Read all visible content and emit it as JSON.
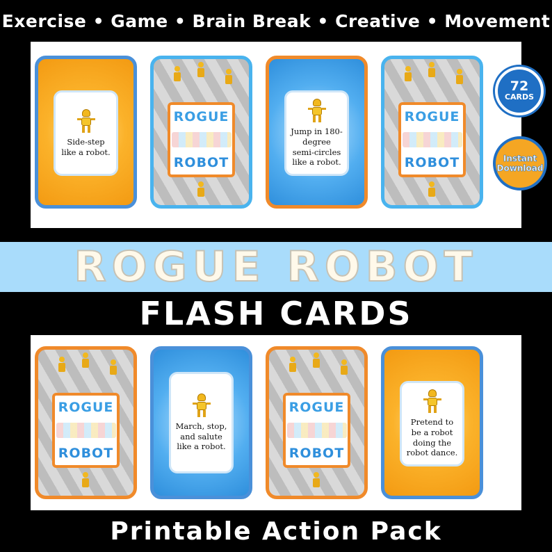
{
  "header": {
    "tagline": "Exercise • Game • Brain Break • Creative • Movement"
  },
  "badges": {
    "cards_count": "72",
    "cards_label": "CARDS",
    "instant": "Instant",
    "download": "Download"
  },
  "title": {
    "word1": "ROGUE",
    "word2": "ROBOT"
  },
  "subtitle": "FLASH CARDS",
  "footer": "Printable Action Pack",
  "logo_card": {
    "line1": "ROGUE",
    "line2": "ROBOT"
  },
  "top_cards": [
    {
      "type": "action",
      "text": "Side-step like a robot."
    },
    {
      "type": "logo"
    },
    {
      "type": "action",
      "text": "Jump in 180-degree semi-circles like a robot."
    },
    {
      "type": "logo"
    }
  ],
  "bottom_cards": [
    {
      "type": "logo"
    },
    {
      "type": "action",
      "text": "March, stop, and salute like a robot."
    },
    {
      "type": "logo"
    },
    {
      "type": "action",
      "text": "Pretend to be a robot doing the robot dance."
    }
  ],
  "colors": {
    "orange": "#f39a12",
    "blue": "#2f8fdc",
    "light_blue_band": "#a9dcfb",
    "badge_blue": "#1f6fc4",
    "badge_orange": "#f5a623"
  }
}
